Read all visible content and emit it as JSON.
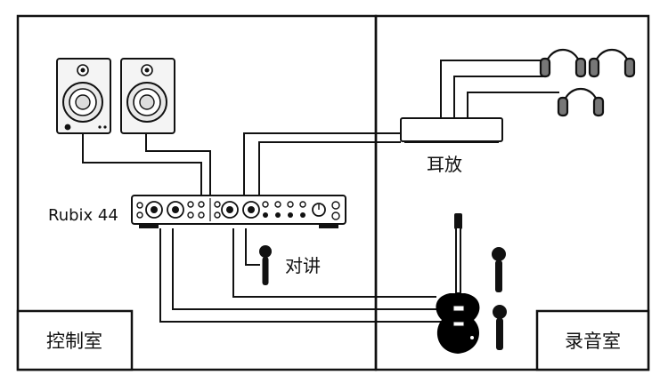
{
  "labels": {
    "interface_name": "Rubix 44",
    "headphone_amp": "耳放",
    "talkback": "对讲",
    "control_room": "控制室",
    "recording_room": "录音室"
  },
  "icons": {
    "monitor_speaker": "speaker-icon",
    "headphones": "headphones-icon",
    "microphone": "microphone-icon",
    "guitar": "electric-guitar-icon",
    "audio_interface": "audio-interface-icon",
    "headphone_amp": "headphone-amp-icon"
  },
  "colors": {
    "line": "#111111",
    "speaker_body": "#f4f4f4",
    "mic_body": "#111111",
    "guitar_body": "#000000"
  }
}
